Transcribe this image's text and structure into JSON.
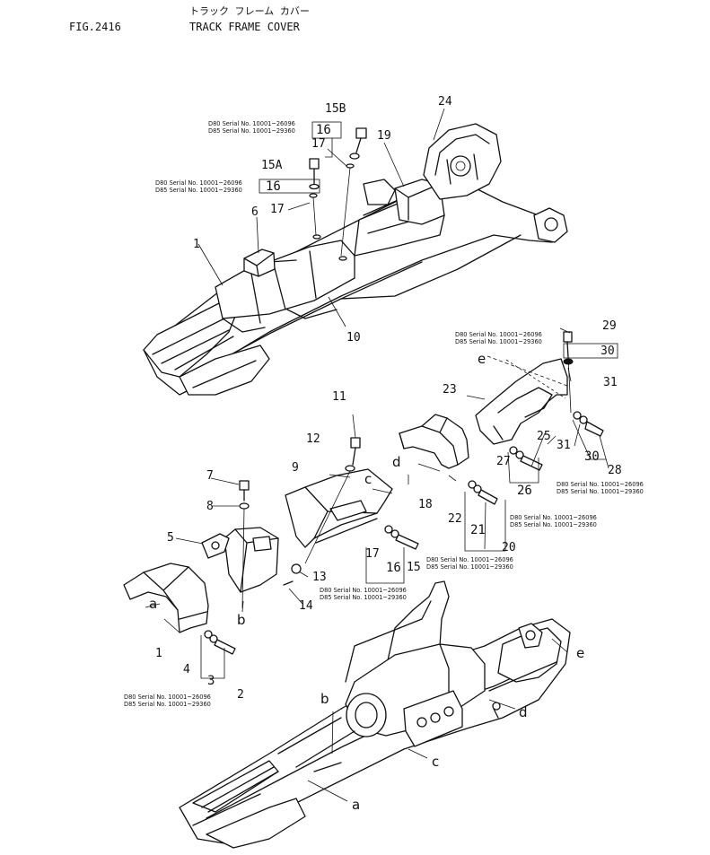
{
  "header": {
    "fig_number": "FIG.2416",
    "title_jp": "トラック フレーム カバー",
    "title_en": "TRACK FRAME COVER"
  },
  "serial_notes": {
    "top_15b": [
      "D80 Serial No. 10001~26096",
      "D85 Serial No. 10001~29360"
    ],
    "top_15a": [
      "D80 Serial No. 10001~26096",
      "D85 Serial No. 10001~29360"
    ],
    "right_29": [
      "D80 Serial No. 10001~26096",
      "D85 Serial No. 10001~29360"
    ],
    "right_28": [
      "D80 Serial No. 10001~26096",
      "D85 Serial No. 10001~29360"
    ],
    "mid_26": [
      "D80 Serial No. 10001~26096",
      "D85 Serial No. 10001~29360"
    ],
    "mid_20": [
      "D80 Serial No. 10001~26096",
      "D85 Serial No. 10001~29360"
    ],
    "mid_14": [
      "D80 Serial No. 10001~26096",
      "D85 Serial No. 10001~29360"
    ],
    "left_2": [
      "D80 Serial No. 10001~26096",
      "D85 Serial No. 10001~29360"
    ]
  },
  "callouts": {
    "c1_top": "1",
    "c6": "6",
    "c10": "10",
    "c15a": "15A",
    "c15b": "15B",
    "c16_top": "16",
    "c16_top2": "16",
    "c17_top": "17",
    "c17_top2": "17",
    "c19": "19",
    "c24": "24",
    "c23": "23",
    "c29": "29",
    "c30_box": "30",
    "c31_top": "31",
    "c31": "31",
    "c30": "30",
    "c28": "28",
    "c25": "25",
    "c27": "27",
    "c26": "26",
    "c18": "18",
    "c22": "22",
    "c21": "21",
    "c20": "20",
    "c11": "11",
    "c12": "12",
    "c9": "9",
    "c7": "7",
    "c8": "8",
    "c5": "5",
    "c13": "13",
    "c14": "14",
    "c17_mid": "17",
    "c16_mid": "16",
    "c15_mid": "15",
    "c1_left": "1",
    "c4": "4",
    "c3": "3",
    "c2": "2"
  },
  "refs": {
    "e_top": "e",
    "c_top": "c",
    "d_top": "d",
    "a_left": "a",
    "b_mid": "b",
    "e_bottom": "e",
    "b_bottom": "b",
    "d_bottom": "d",
    "c_bottom": "c",
    "a_bottom": "a"
  }
}
